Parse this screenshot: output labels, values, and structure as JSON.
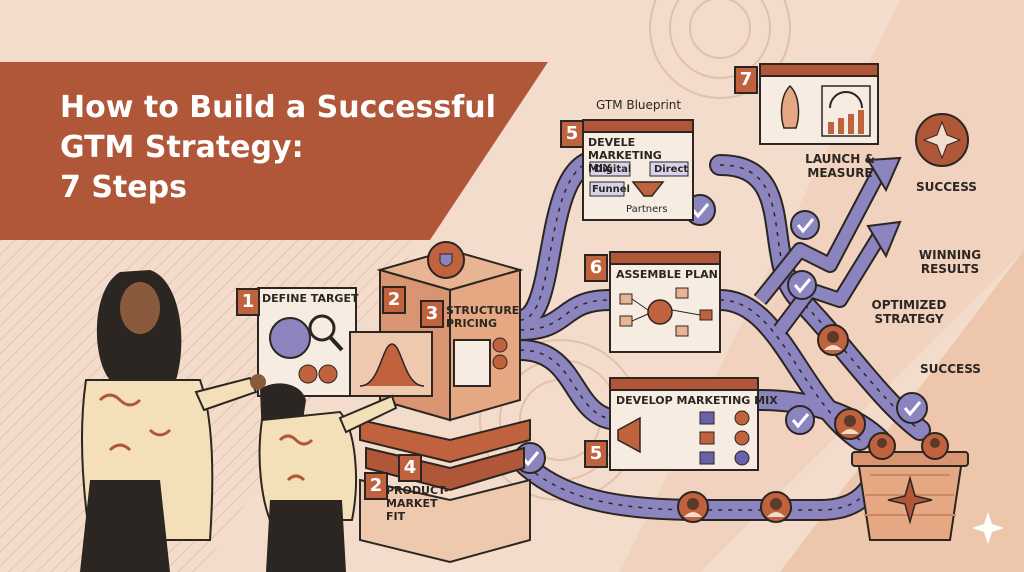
{
  "title": {
    "line1": "How to Build a Successful",
    "line2": "GTM Strategy:",
    "line3": "7 Steps"
  },
  "blueprint_label": "GTM Blueprint",
  "steps": [
    {
      "num": "1",
      "label": "DEFINE TARGET"
    },
    {
      "num": "2",
      "label": ""
    },
    {
      "num": "3",
      "label": "STRUCTURE PRICING"
    },
    {
      "num": "4",
      "label": "PRODUCT-MARKET FIT",
      "extra_num": "2"
    },
    {
      "num": "5",
      "label": "DEVELE MARKETING MIX",
      "sub": [
        "Digital",
        "Direct",
        "Funnel",
        "Partners"
      ]
    },
    {
      "num": "6",
      "label": "ASSEMBLE PLAN"
    },
    {
      "num": "5",
      "label": "DEVELOP MARKETING MIX"
    },
    {
      "num": "7",
      "label": "LAUNCH & MEASURE"
    }
  ],
  "outcomes": {
    "success_top": "SUCCESS",
    "winning_results": "WINNING RESULTS",
    "optimized_strategy": "OPTIMIZED STRATEGY",
    "success_bottom": "SUCCESS"
  },
  "colors": {
    "background": "#f3dccb",
    "banner": "#b0573a",
    "accent": "#c1623f",
    "path": "#8c84bf",
    "ink": "#2b2622",
    "panel": "#f7ece2"
  },
  "icons": [
    "globe-icon",
    "magnifier-icon",
    "gear-shield-icon",
    "bell-curve-icon",
    "calculator-icon",
    "dollar-icon",
    "funnel-icon",
    "megaphone-icon",
    "rocket-icon",
    "gauge-icon",
    "bar-chart-icon",
    "compass-star-icon",
    "check-icon",
    "person-icon"
  ]
}
